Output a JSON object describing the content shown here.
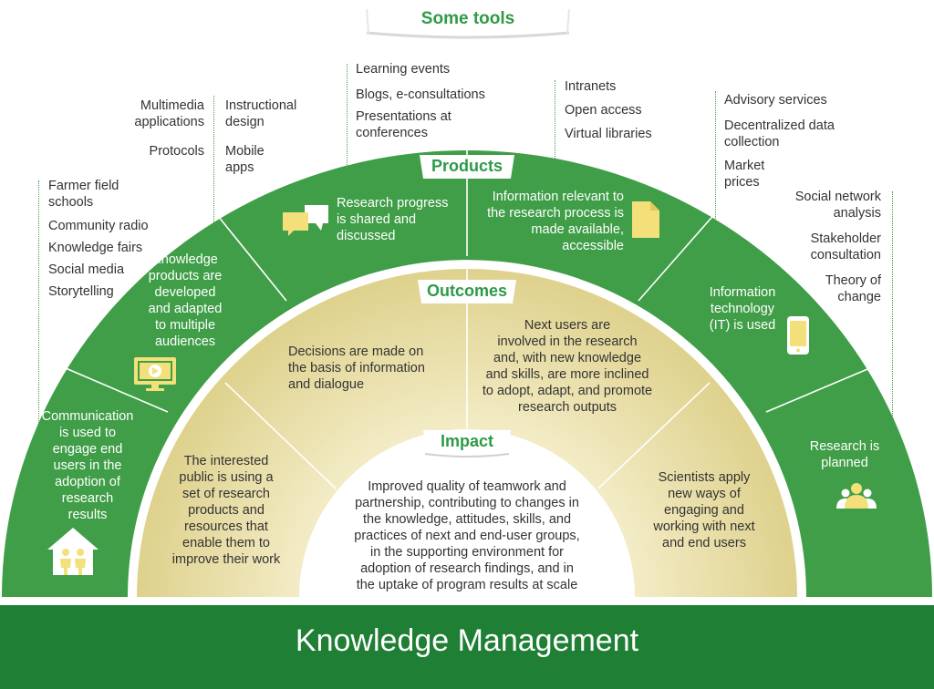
{
  "header": {
    "tools_title": "Some tools"
  },
  "banners": {
    "products": "Products",
    "outcomes": "Outcomes",
    "impact": "Impact"
  },
  "footer": {
    "title": "Knowledge Management"
  },
  "tools": {
    "col1": [
      "Farmer field\nschools",
      "Community radio",
      "Knowledge fairs",
      "Social media",
      "Storytelling"
    ],
    "col2": [
      "Multimedia\napplications",
      "Protocols"
    ],
    "col3": [
      "Instructional\ndesign",
      "Mobile\napps"
    ],
    "col4": [
      "Learning events",
      "Blogs, e-consultations",
      "Presentations at\nconferences"
    ],
    "col5": [
      "Intranets",
      "Open access",
      "Virtual libraries"
    ],
    "col6": [
      "Advisory services",
      "Decentralized data\ncollection",
      "Market\nprices"
    ],
    "col7": [
      "Social network\nanalysis",
      "Stakeholder\nconsultation",
      "Theory of\nchange"
    ]
  },
  "products": {
    "communication": "Communication\nis used to\nengage end\nusers in the\nadoption of\nresearch\nresults",
    "knowledge": "Knowledge\nproducts are\ndeveloped\nand adapted\nto multiple\naudiences",
    "progress": "Research progress\nis shared and\ndiscussed",
    "information": "Information relevant to\nthe research process is\nmade available,\naccessible",
    "it": "Information\ntechnology\n(IT) is used",
    "planned": "Research is\nplanned"
  },
  "outcomes": {
    "public": "The interested\npublic is using a\nset of research\nproducts and\nresources that\nenable them to\nimprove their work",
    "decisions": "Decisions are made on\nthe basis of information\nand dialogue",
    "next_users": "Next users are\ninvolved in the research\nand, with new knowledge\nand skills, are more inclined\nto adopt, adapt, and promote\nresearch outputs",
    "scientists": "Scientists apply\nnew ways of\nengaging and\nworking with next\nand end users"
  },
  "impact": {
    "text": "Improved quality of teamwork and\npartnership, contributing to changes in\nthe knowledge, attitudes, skills, and\npractices of next and end-user groups,\nin the supporting environment for\nadoption of research findings, and in\nthe uptake of program results at scale"
  },
  "icons": {
    "products": [
      "house-people-icon",
      "video-screen-icon",
      "speech-bubbles-icon",
      "document-icon",
      "mobile-phone-icon",
      "people-group-icon"
    ]
  },
  "colors": {
    "outer_green": "#3f9e47",
    "inner_green": "#3c9a45",
    "outcomes_gold": "#efe6a9",
    "impact_bg": "#ffffff",
    "footer_green": "#1f7f34",
    "label_green": "#2e9a46",
    "icon_yellow": "#f3e07a"
  }
}
